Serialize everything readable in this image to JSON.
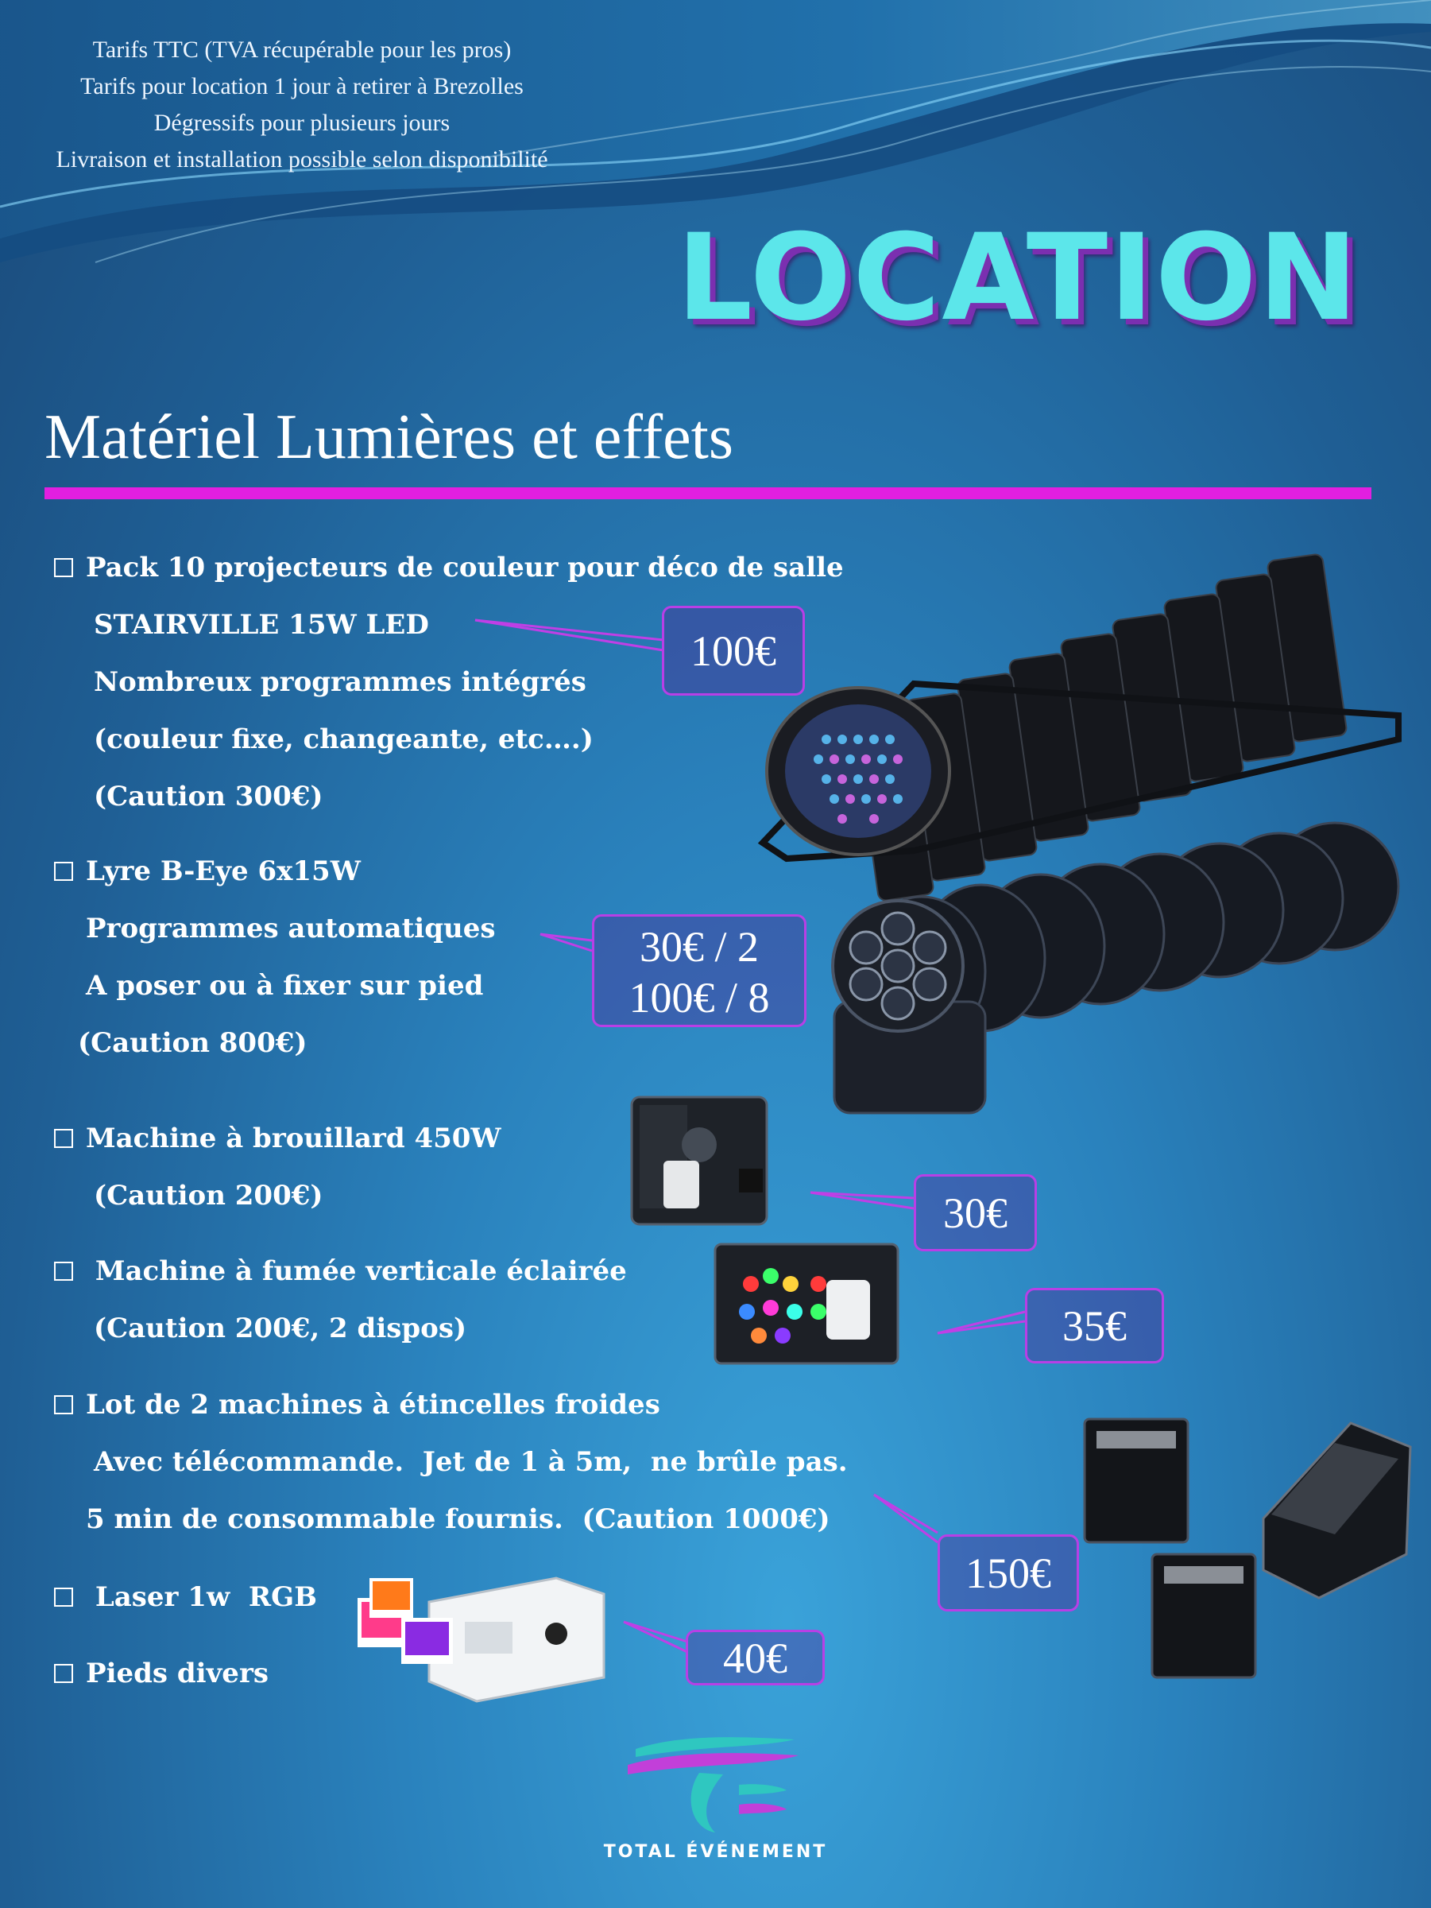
{
  "info_lines": [
    "Tarifs TTC (TVA récupérable pour les pros)",
    "Tarifs pour location 1 jour à retirer à Brezolles",
    "Dégressifs pour plusieurs jours",
    "Livraison et installation possible selon disponibilité"
  ],
  "title": "LOCATION",
  "subtitle": "Matériel Lumières et effets",
  "items": [
    {
      "lines": [
        "Pack 10 projecteurs de couleur pour déco de salle",
        "STAIRVILLE 15W LED",
        "Nombreux programmes intégrés",
        "(couleur fixe, changeante, etc….)",
        "(Caution 300€)"
      ],
      "price": [
        "100€"
      ]
    },
    {
      "lines": [
        "Lyre B-Eye 6x15W",
        "Programmes automatiques",
        "A poser ou à fixer sur pied",
        "(Caution 800€)"
      ],
      "price": [
        "30€ / 2",
        "100€ / 8"
      ]
    },
    {
      "lines": [
        "Machine à brouillard 450W",
        "(Caution 200€)"
      ],
      "price": [
        "30€"
      ]
    },
    {
      "lines": [
        " Machine à fumée verticale éclairée",
        "(Caution 200€, 2 dispos)"
      ],
      "price": [
        "35€"
      ]
    },
    {
      "lines": [
        "Lot de 2 machines à étincelles froides",
        "Avec télécommande.  Jet de 1 à 5m,  ne brûle pas.",
        "5 min de consommable fournis.  (Caution 1000€)"
      ],
      "price": [
        "150€"
      ]
    },
    {
      "lines": [
        " Laser 1w  RGB"
      ],
      "price": [
        "40€"
      ]
    },
    {
      "lines": [
        "Pieds divers"
      ]
    }
  ],
  "brand": "TOTAL ÉVÉNEMENT",
  "colors": {
    "accent_magenta": "#e21fe0",
    "title_cyan": "#5ce6ea",
    "price_border": "#b83fe6"
  }
}
